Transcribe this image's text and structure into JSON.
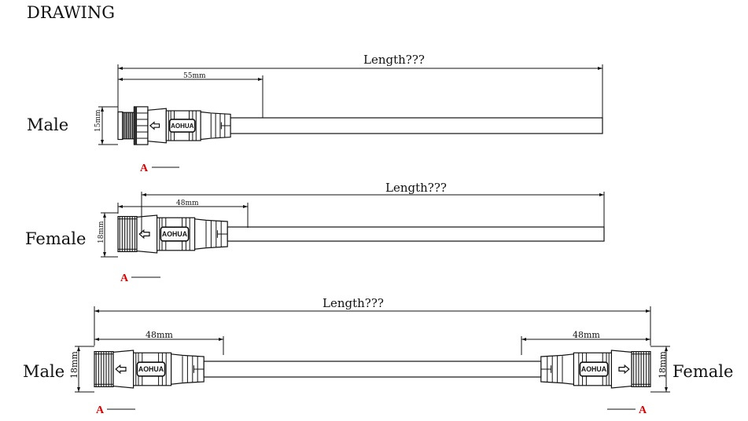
{
  "title": "DRAWING",
  "rows": [
    {
      "label": "Male",
      "length": "Length???",
      "dim": "55mm",
      "dia": "15mm",
      "section": "A"
    },
    {
      "label": "Female",
      "length": "Length???",
      "dim": "48mm",
      "dia": "18mm",
      "section": "A"
    },
    {
      "label_left": "Male",
      "label_right": "Female",
      "length": "Length???",
      "dim_left": "48mm",
      "dim_right": "48mm",
      "dia_left": "18mm",
      "dia_right": "18mm",
      "section_left": "A",
      "section_right": "A"
    }
  ],
  "logo": "AOHUA",
  "colors": {
    "line": "#111111",
    "section_mark": "#dd0000"
  }
}
